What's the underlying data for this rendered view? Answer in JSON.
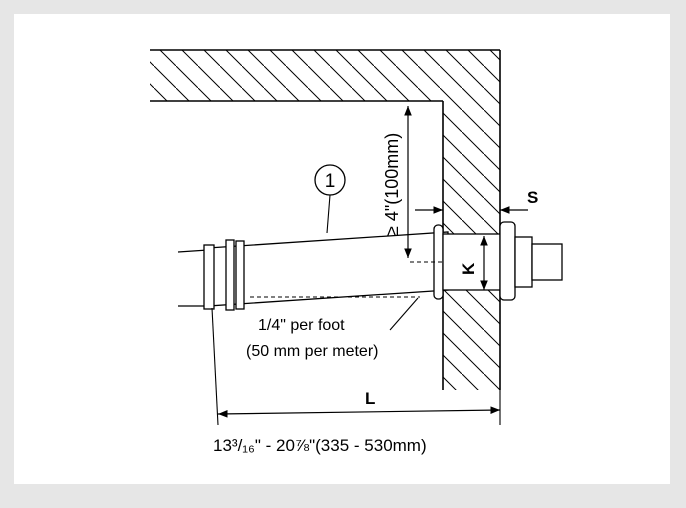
{
  "labels": {
    "callout_number": "1",
    "clearance": "≥ 4\"(100mm)",
    "slope_line1": "1/4\" per foot",
    "slope_line2": "(50 mm per meter)",
    "dim_S": "S",
    "dim_K": "K",
    "dim_L": "L",
    "length_range": "13³/₁₆\" - 20⅞\"(335 - 530mm)"
  },
  "colors": {
    "background": "#e6e6e6",
    "panel": "#ffffff",
    "line": "#000000"
  }
}
